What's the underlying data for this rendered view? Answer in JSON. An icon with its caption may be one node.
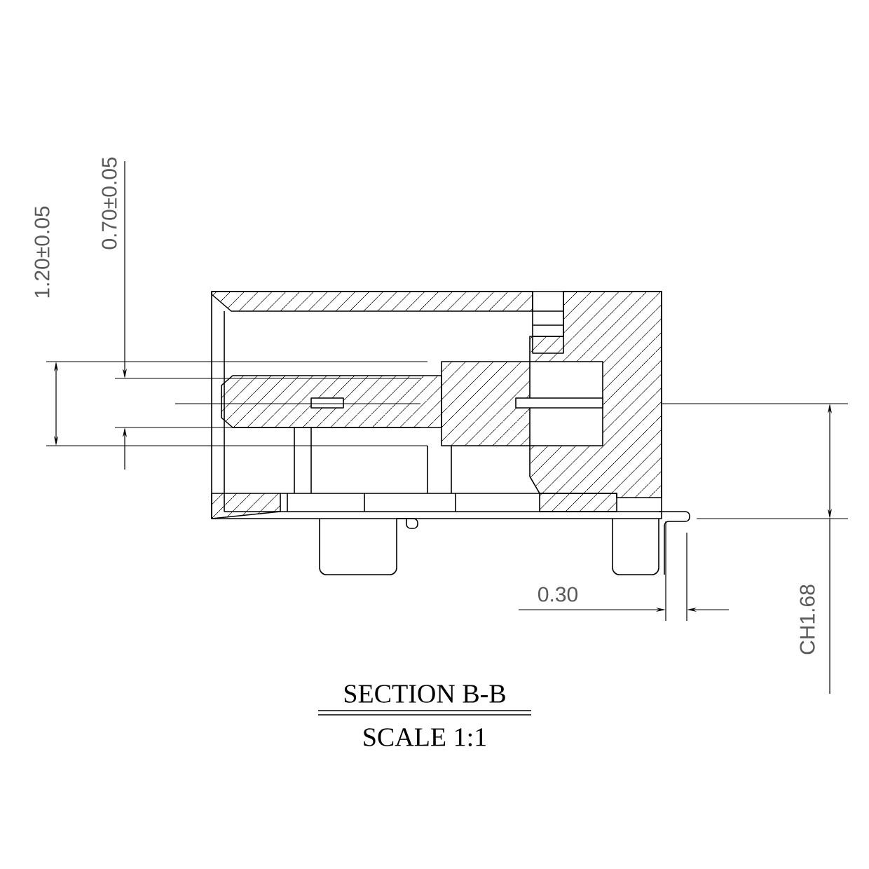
{
  "diagram": {
    "title": "SECTION B-B",
    "caption": "SCALE 1:1",
    "labels": [
      "1.20±0.05",
      "0.70±0.05",
      "0.30",
      "CH1.68"
    ]
  }
}
